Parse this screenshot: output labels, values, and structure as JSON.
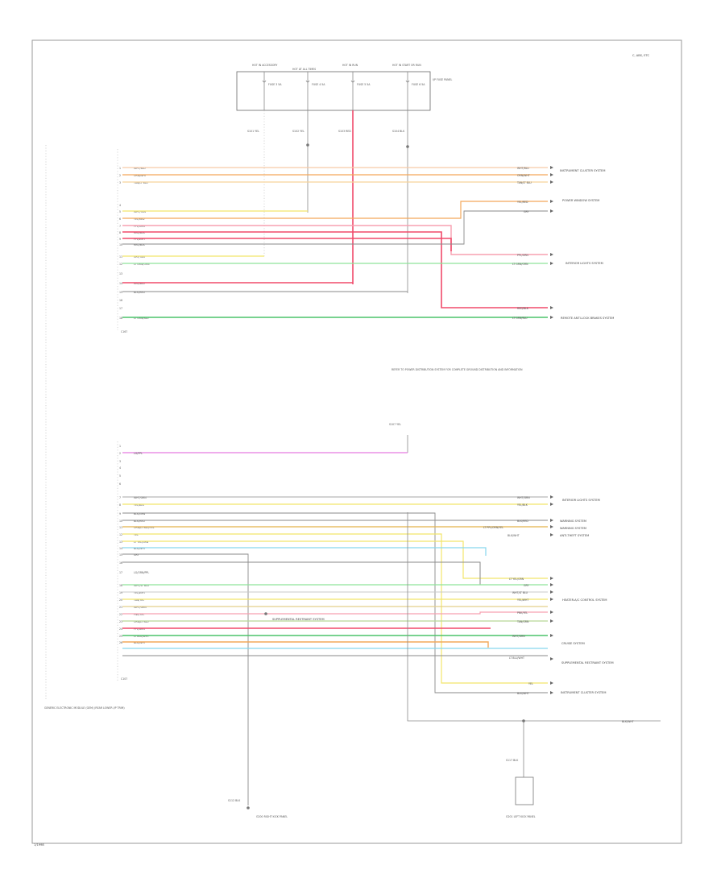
{
  "header": {
    "ref": "C, ABS, ETC"
  },
  "footer": {
    "code": "1/1998"
  },
  "fuse_box": {
    "top_labels": [
      "HOT IN ACCESSORY",
      "HOT AT ALL TIMES",
      "HOT IN RUN",
      "HOT IN START OR RUN"
    ],
    "fuses": [
      "FUSE 3 5A",
      "FUSE 4 5A",
      "FUSE 5 5A",
      "FUSE 6 5A"
    ],
    "side_label": "I/P FUSE PANEL"
  },
  "splices": [
    "S101 YEL",
    "S102 YEL",
    "S103 RED",
    "S104 BLK"
  ],
  "connector_top": {
    "pins": [
      {
        "n": "1",
        "wire": "WHT/BLU"
      },
      {
        "n": "2",
        "wire": "ORN/WHT"
      },
      {
        "n": "3",
        "wire": "TAN/LT BLU"
      },
      {
        "n": "4",
        "wire": ""
      },
      {
        "n": "5",
        "wire": "WHT/TAN"
      },
      {
        "n": "6",
        "wire": "YEL/RED"
      },
      {
        "n": "7",
        "wire": "PPL/ORN"
      },
      {
        "n": "8",
        "wire": "RED/BLK"
      },
      {
        "n": "9",
        "wire": "PPL/WHT"
      },
      {
        "n": "10",
        "wire": "RED/BLK"
      },
      {
        "n": "11",
        "wire": "GRY/TAN"
      },
      {
        "n": "12",
        "wire": "LT GRN/ORN"
      },
      {
        "n": "13",
        "wire": ""
      },
      {
        "n": "14",
        "wire": "RED/BLU"
      },
      {
        "n": "15",
        "wire": "BLK/RED"
      },
      {
        "n": "16",
        "wire": ""
      },
      {
        "n": "17",
        "wire": ""
      },
      {
        "n": "18",
        "wire": "LT GRN/BLU"
      }
    ],
    "connector_id": "C167"
  },
  "right_top": {
    "instrument_cluster": {
      "wires": [
        "WHT/BLU",
        "ORN/WHT",
        "TAN/LT BLU"
      ],
      "label": "INSTRUMENT CLUSTER SYSTEM"
    },
    "power_window": {
      "wires": [
        "YEL/RED",
        "GRY"
      ],
      "label": "POWER WINDOW SYSTEM"
    },
    "interior_lights": {
      "wires": [
        "PPL/ORN",
        "LT GRN/ORN"
      ],
      "label": "INTERIOR LIGHTS SYSTEM"
    },
    "remote_lock": {
      "wires": [
        "RED/BLK",
        "LT GRN/BLU"
      ],
      "label": "REMOTE ANTI-LOCK BRAKES SYSTEM"
    }
  },
  "center_note": "REFER TO POWER DISTRIBUTION SYSTEM FOR COMPLETE GROUND DISTRIBUTION AND INFORMATION",
  "center_splice": "S107 YEL",
  "connector_bottom": {
    "pins": [
      {
        "n": "1",
        "wire": ""
      },
      {
        "n": "2",
        "wire": "LG/PPL"
      },
      {
        "n": "3",
        "wire": ""
      },
      {
        "n": "4",
        "wire": ""
      },
      {
        "n": "5",
        "wire": ""
      },
      {
        "n": "6",
        "wire": ""
      },
      {
        "n": "7",
        "wire": "WHT/GRN"
      },
      {
        "n": "8",
        "wire": "YEL/BLK"
      },
      {
        "n": "9",
        "wire": "BLK/GRN"
      },
      {
        "n": "10",
        "wire": "BLK/RED"
      },
      {
        "n": "11",
        "wire": "ORN/LT BLU/YEL"
      },
      {
        "n": "12",
        "wire": "YEL"
      },
      {
        "n": "13",
        "wire": "LT YEL/GRN"
      },
      {
        "n": "14",
        "wire": "BLK/WHT"
      },
      {
        "n": "15",
        "wire": "GRY"
      },
      {
        "n": "16",
        "wire": ""
      },
      {
        "n": "17",
        "wire": "LG/ORN/PPL"
      },
      {
        "n": "18",
        "wire": "WHT/LT BLU"
      },
      {
        "n": "19",
        "wire": "YEL/WHT"
      },
      {
        "n": "20",
        "wire": "TAN/YEL"
      },
      {
        "n": "21",
        "wire": "WHT/GRN"
      },
      {
        "n": "22",
        "wire": "PNK/YEL"
      },
      {
        "n": "23",
        "wire": "ORN/LT BLU"
      },
      {
        "n": "24",
        "wire": "PPL/GRN"
      },
      {
        "n": "25",
        "wire": "LT BLU/WHT"
      },
      {
        "n": "26",
        "wire": "BLK/WHT"
      }
    ],
    "connector_id": "C107"
  },
  "right_bottom": {
    "interior_lights": {
      "wires": [
        "WHT/GRN",
        "YEL/BLK"
      ],
      "label": "INTERIOR LIGHTS SYSTEM"
    },
    "warning": [
      {
        "wire": "BLK/RED",
        "label": "WARNING SYSTEM"
      },
      {
        "wire": "LT PPL/ORN/YEL",
        "label": "WARNING SYSTEM"
      },
      {
        "wire": "BLK/WHT",
        "label": "ANTI-THEFT SYSTEM"
      }
    ],
    "climate": {
      "wires": [
        "LT YEL/GRN",
        "GRY",
        "WHT/LT BLU",
        "YEL/WHT",
        "PNK/YEL",
        "TAN/GRN"
      ],
      "label": "HEATER-A/C CONTROL SYSTEM"
    },
    "cruise": {
      "wire": "WHT/GRN",
      "label": "CRUISE SYSTEM"
    },
    "airbag": {
      "wire": "LT BLU/WHT",
      "label": "SUPPLEMENTAL RESTRAINT SYSTEM"
    },
    "cluster": {
      "wires": [
        "YEL",
        "BLK/WHT"
      ],
      "label": "INSTRUMENT CLUSTER SYSTEM"
    }
  },
  "sub_label": "SUPPLEMENTAL RESTRAINT SYSTEM",
  "module_label": "GENERIC ELECTRONIC MODULE (GEM) (REAR LOWER I/P TRIM)",
  "ground_wire": "BLK/WHT",
  "ground_left": {
    "splice": "S112 BLK",
    "label": "G200 RIGHT KICK PANEL"
  },
  "ground_right": {
    "splice": "S117 BLK",
    "label": "G201 LEFT KICK PANEL"
  },
  "colors": {
    "red": "#f04a6a",
    "pink": "#f7a0b0",
    "orange": "#f3a85a",
    "yellow": "#f2e56b",
    "green": "#8fe39a",
    "blue": "#86d6ee",
    "magenta": "#e57be0",
    "gray": "#8a8a8a"
  }
}
